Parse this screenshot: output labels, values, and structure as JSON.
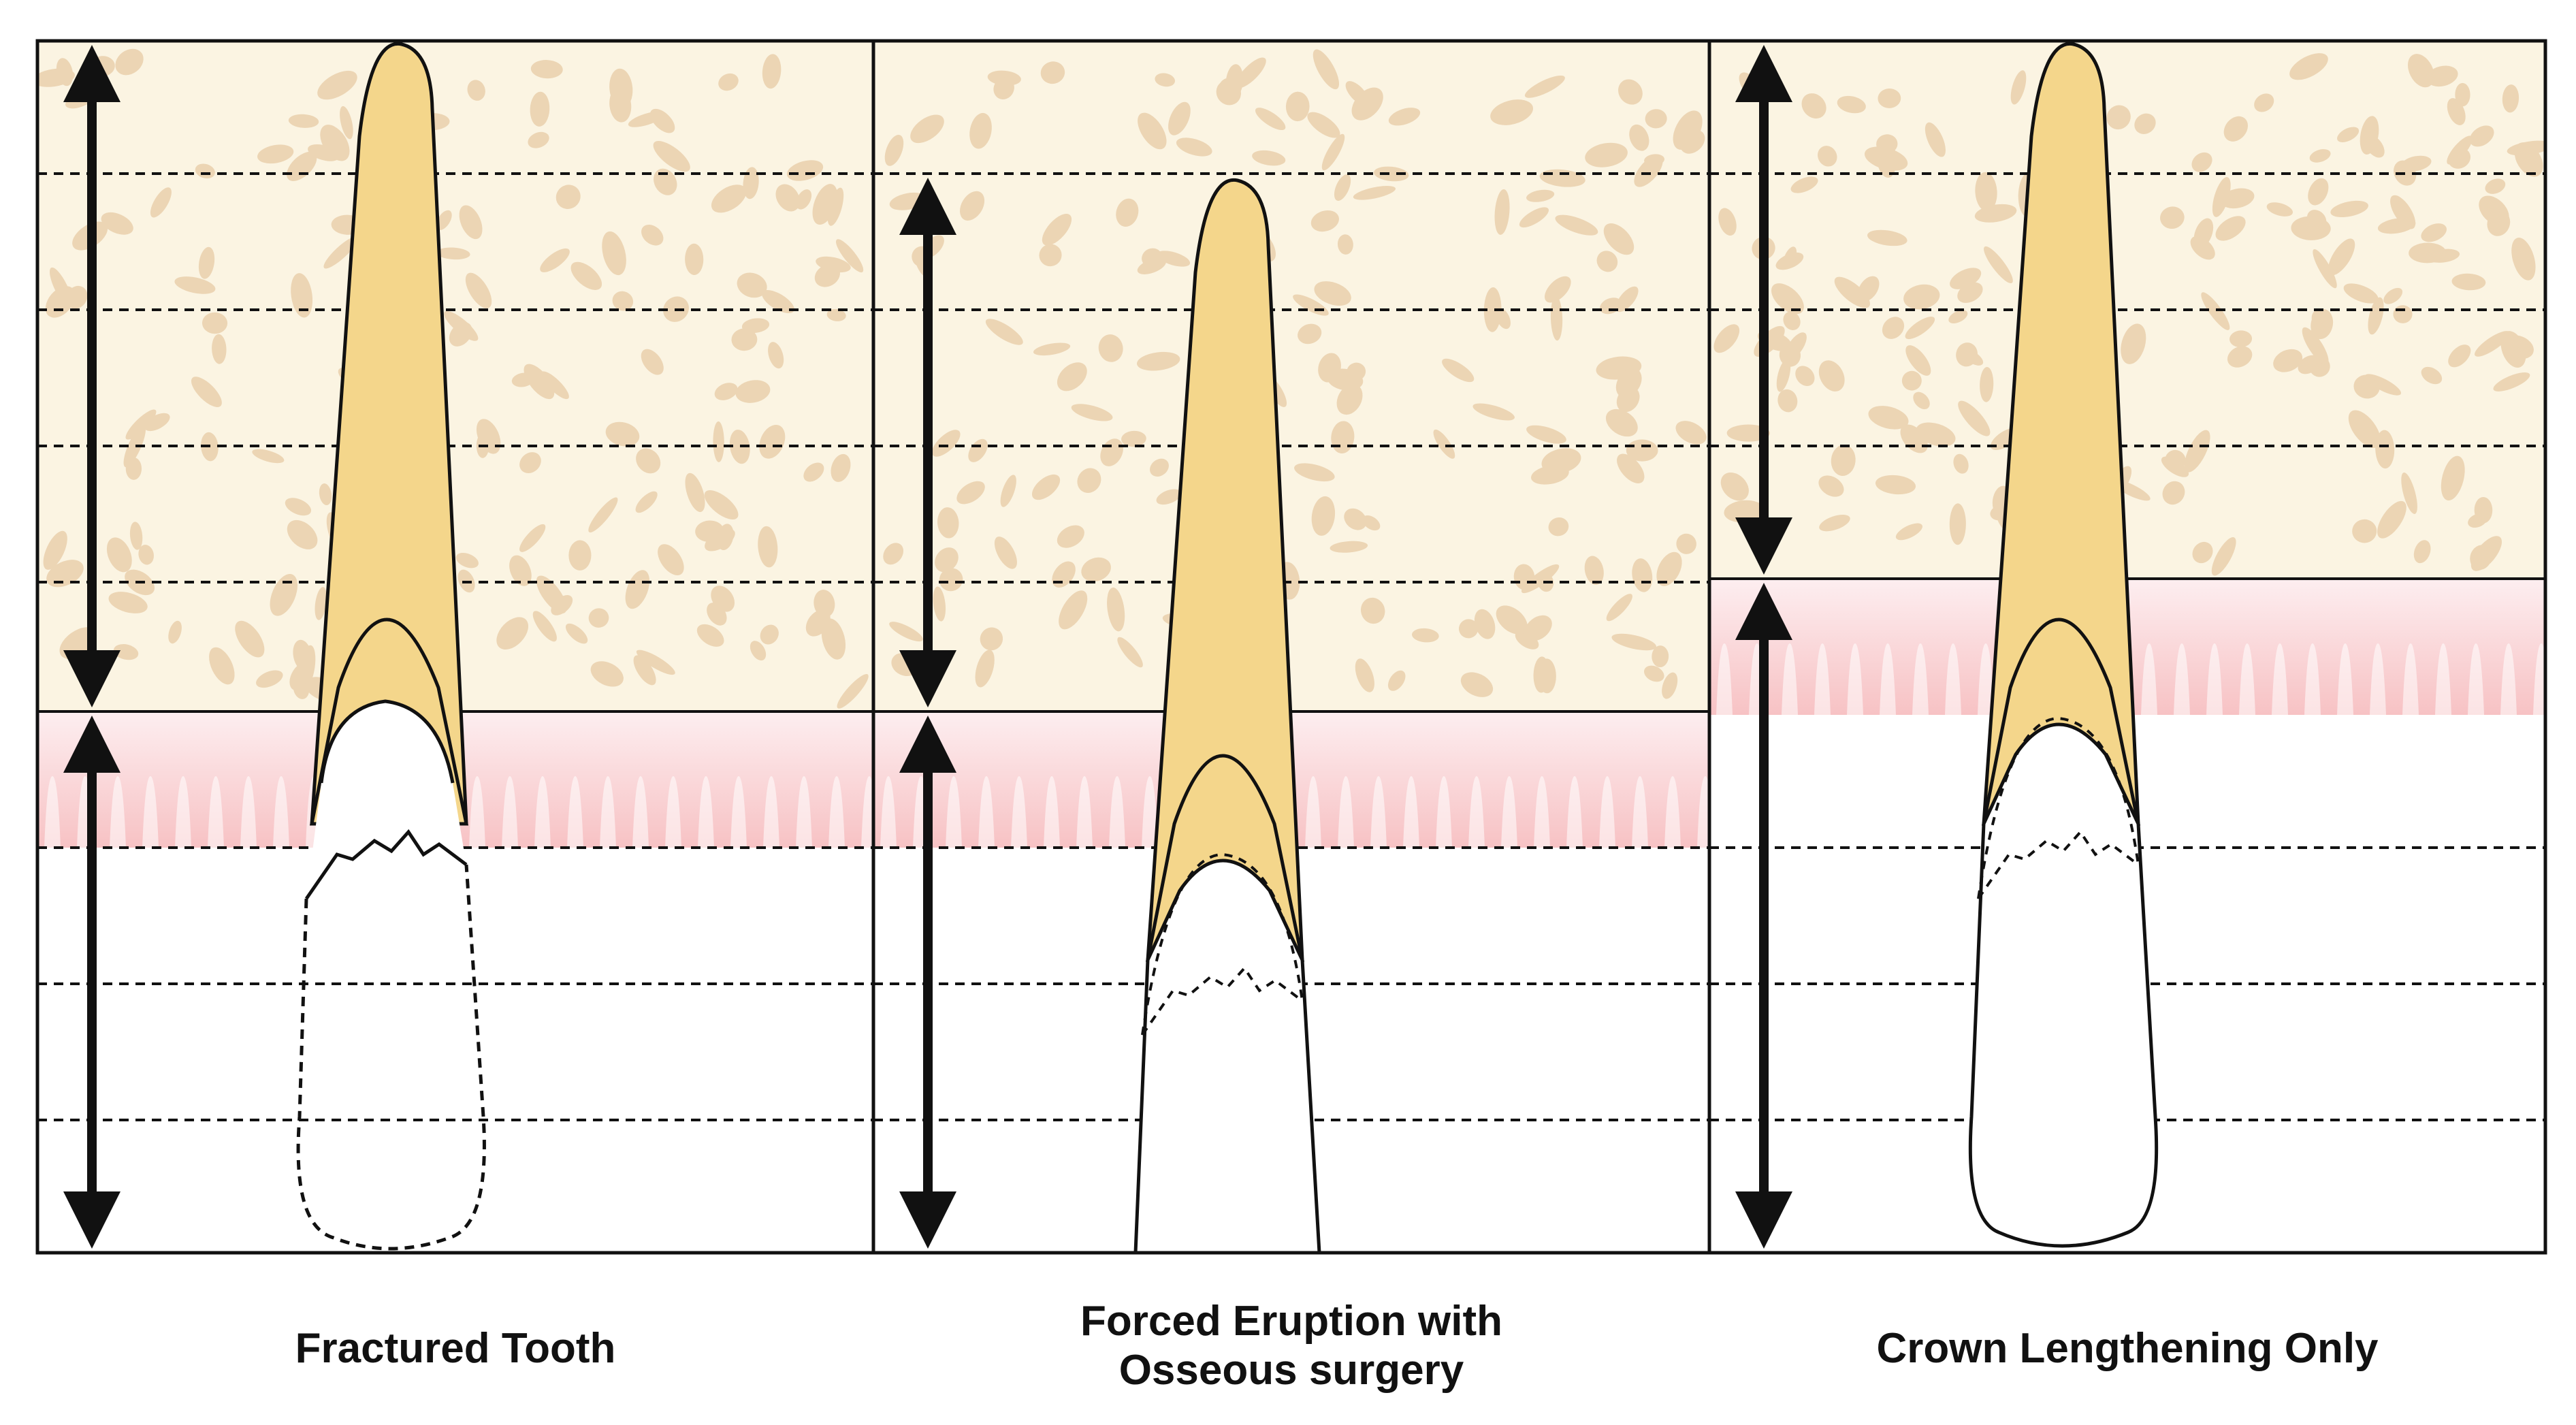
{
  "panels": [
    {
      "caption_lines": [
        "Fractured Tooth"
      ],
      "crest_level": 1045,
      "tooth_shift": 0,
      "crown_outline": "dashed",
      "fracture_outline": "solid",
      "upper_arrow": [
        60,
        1045
      ],
      "lower_arrow": [
        1045,
        1840
      ]
    },
    {
      "caption_lines": [
        "Forced Eruption with",
        "Osseous surgery"
      ],
      "crest_level": 1045,
      "tooth_shift": 200,
      "crown_outline": "solid",
      "fracture_outline": "dashed",
      "upper_arrow": [
        255,
        1045
      ],
      "lower_arrow": [
        1045,
        1840
      ]
    },
    {
      "caption_lines": [
        "Crown Lengthening Only"
      ],
      "crest_level": 850,
      "tooth_shift": 0,
      "crown_outline": "solid",
      "fracture_outline": "dashed",
      "upper_arrow": [
        60,
        850
      ],
      "lower_arrow": [
        850,
        1840
      ]
    }
  ],
  "colors": {
    "bone": "#fbf4e2",
    "bone_particle": "#ecd5b4",
    "gingiva": "#fbd9d9",
    "gingiva_dark": "#f7c2c4",
    "root": "#f4d68b",
    "outline": "#111111",
    "crown": "#ffffff"
  }
}
